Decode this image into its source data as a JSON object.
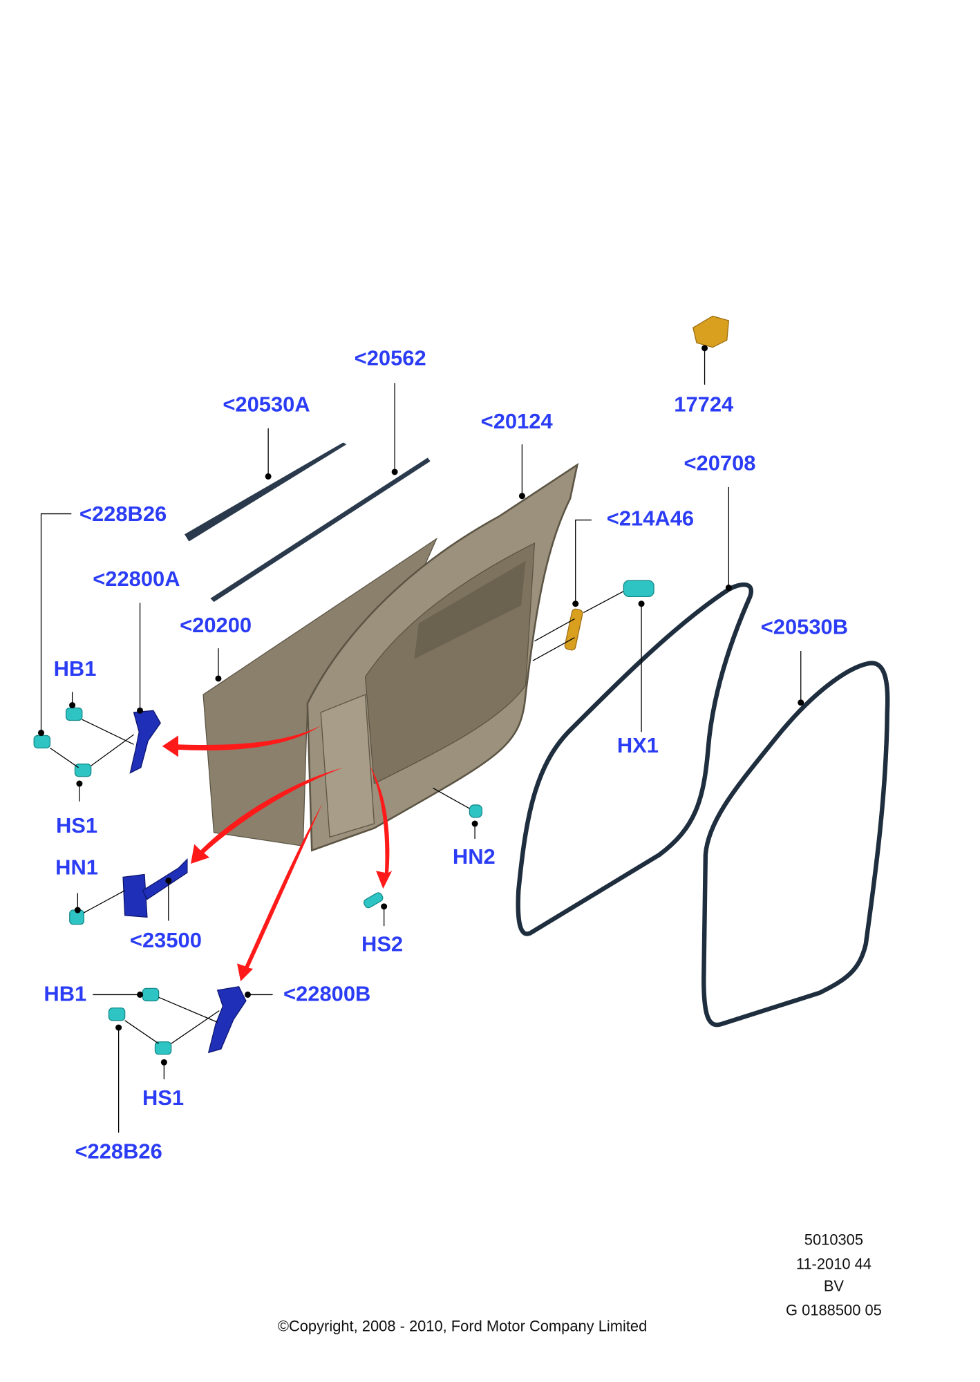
{
  "diagram": {
    "labels": {
      "p20562": "<20562",
      "p20530A": "<20530A",
      "p20124": "<20124",
      "p17724": "17724",
      "p20708": "<20708",
      "p228B26_top": "<228B26",
      "p214A46": "<214A46",
      "p22800A": "<22800A",
      "p20200": "<20200",
      "p20530B": "<20530B",
      "HB1_top": "HB1",
      "HX1": "HX1",
      "HS1_top": "HS1",
      "HN1": "HN1",
      "HN2": "HN2",
      "p23500": "<23500",
      "HS2": "HS2",
      "HB1_bottom": "HB1",
      "p22800B": "<22800B",
      "HS1_bottom": "HS1",
      "p228B26_bottom": "<228B26"
    },
    "colors": {
      "label": "#2b3cf5",
      "arrow": "#ff1a1a",
      "door": "#8f846f",
      "hinge": "#1f2fb8",
      "bolt": "#2ec4c4",
      "clip": "#d9a020"
    }
  },
  "footer": {
    "ref1": "5010305",
    "ref2": "11-2010 44",
    "ref3": "BV",
    "ref4": "G 0188500 05",
    "copyright": "©Copyright, 2008 - 2010, Ford Motor Company Limited"
  }
}
